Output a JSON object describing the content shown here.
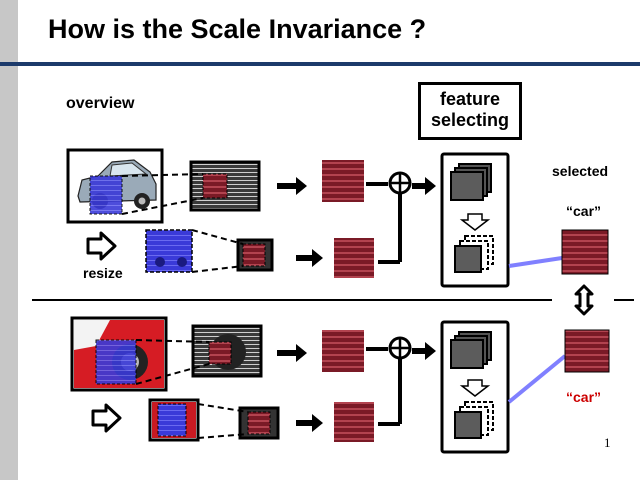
{
  "slide": {
    "title": "How is the Scale Invariance ?",
    "overview_label": "overview",
    "resize_label": "resize",
    "feature_line1": "feature",
    "feature_line2": "selecting",
    "selected_label": "selected",
    "car_label_top": "“car”",
    "car_label_bottom": "“car”",
    "page_number": "1"
  },
  "colors": {
    "title_rule": "#1c3a6b",
    "highlight_blue": "#3a3ad8",
    "patch_red": "#8a1f2a",
    "link_blue": "#8080ff",
    "bottom_car_label": "#cc0000"
  }
}
